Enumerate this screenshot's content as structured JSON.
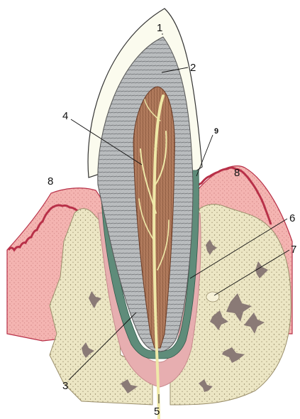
{
  "labels": {
    "l1": "1",
    "l2": "2",
    "l3": "3",
    "l4": "4",
    "l5": "5",
    "l6": "6",
    "l7": "7",
    "l8_left": "8",
    "l8_right": "8",
    "l9": "9"
  },
  "colors": {
    "enamel": "#fbfbee",
    "dentin": "#b9bcbe",
    "pulp": "#b07a5c",
    "nerve": "#efe9a8",
    "cementum": "#5f8c7a",
    "periodontal_ligament": "#e7aeb0",
    "gingiva": "#f4b4b1",
    "gingiva_edge": "#b83048",
    "bone": "#ece6c4",
    "bone_cavity": "#8a7a76"
  }
}
